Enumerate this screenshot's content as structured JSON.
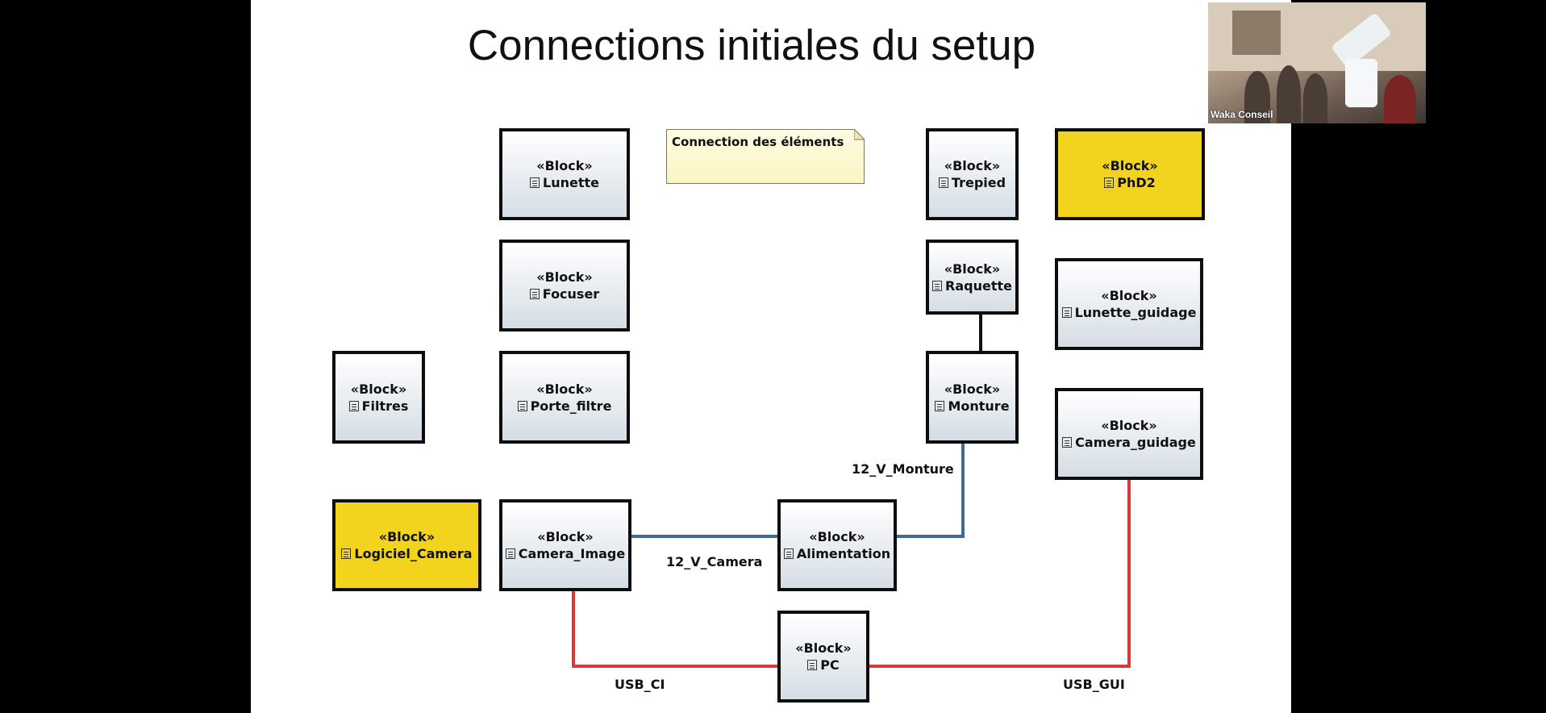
{
  "slide": {
    "title": "Connections initiales du setup"
  },
  "note": {
    "text": "Connection des éléments"
  },
  "stereotype": "«Block»",
  "blocks": {
    "lunette": "Lunette",
    "focuser": "Focuser",
    "porte_filtre": "Porte_filtre",
    "filtres": "Filtres",
    "logiciel_camera": "Logiciel_Camera",
    "camera_image": "Camera_Image",
    "alimentation": "Alimentation",
    "pc": "PC",
    "trepied": "Trepied",
    "raquette": "Raquette",
    "monture": "Monture",
    "phd2": "PhD2",
    "lunette_guidage": "Lunette_guidage",
    "camera_guidage": "Camera_guidage"
  },
  "connections": {
    "v12_camera": "12_V_Camera",
    "v12_monture": "12_V_Monture",
    "usb_ci": "USB_CI",
    "usb_gui": "USB_GUI"
  },
  "colors": {
    "power_line": "#3e6a94",
    "usb_line": "#d83a3a",
    "highlight_block": "#f2d31d"
  },
  "webcam": {
    "participant_name": "Waka Conseil"
  }
}
